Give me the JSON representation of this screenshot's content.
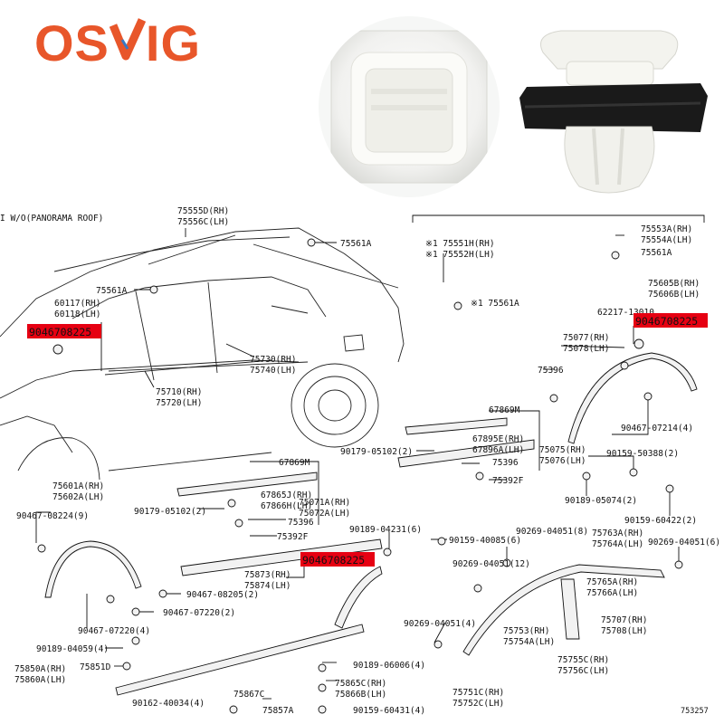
{
  "brand": {
    "name": "OSVIG",
    "prefix": "OS",
    "suffix": "IG",
    "color": "#e8562a"
  },
  "highlight_color": "#e60012",
  "header_note": "I W/O(PANORAMA ROOF)",
  "figure_code": "753257",
  "parts": {
    "p_75555D": "75555D(RH)",
    "p_75556C": "75556C(LH)",
    "p_75561A_top": "75561A",
    "p_75551H": "※1 75551H(RH)",
    "p_75552H": "※1 75552H(LH)",
    "p_75553A": "75553A(RH)",
    "p_75554A": "75554A(LH)",
    "p_75561A_r": "75561A",
    "p_75561A_l": "75561A",
    "p_60117": "60117(RH)",
    "p_60118": "60118(LH)",
    "p_75561A_mid": "※1 75561A",
    "p_75605B": "75605B(RH)",
    "p_75606B": "75606B(LH)",
    "p_62217": "62217-13010",
    "p_75077": "75077(RH)",
    "p_75078": "75078(LH)",
    "p_75396_r": "75396",
    "p_75730": "75730(RH)",
    "p_75740": "75740(LH)",
    "p_75710": "75710(RH)",
    "p_75720": "75720(LH)",
    "p_67869M_top": "67869M",
    "p_90467_07214": "90467-07214(4)",
    "p_90179_top": "90179-05102(2)",
    "p_67895E": "67895E(RH)",
    "p_67896A": "67896A(LH)",
    "p_75396_m": "75396",
    "p_75075": "75075(RH)",
    "p_75076": "75076(LH)",
    "p_90159_50388": "90159-50388(2)",
    "p_75392F_top": "75392F",
    "p_67869M_mid": "67869M",
    "p_90189_05074": "90189-05074(2)",
    "p_67865F": "67865J(RH)",
    "p_67866H": "67866H(LH)",
    "p_75601A": "75601A(RH)",
    "p_75602A": "75602A(LH)",
    "p_90179_mid": "90179-05102(2)",
    "p_75071A": "75071A(RH)",
    "p_75072A": "75072A(LH)",
    "p_90159_60422": "90159-60422(2)",
    "p_90467_08224": "90467-08224(9)",
    "p_75396_l": "75396",
    "p_75392F_mid": "75392F",
    "p_90189_04231": "90189-04231(6)",
    "p_90159_40085": "90159-40085(6)",
    "p_90269_04051_8": "90269-04051(8)",
    "p_75763A": "75763A(RH)",
    "p_75764A": "75764A(LH)",
    "p_90269_04051_6": "90269-04051(6)",
    "p_90269_04051_12": "90269-04051(12)",
    "p_75873": "75873(RH)",
    "p_75874": "75874(LH)",
    "p_75765A": "75765A(RH)",
    "p_75766A": "75766A(LH)",
    "p_90467_08205": "90467-08205(2)",
    "p_90467_07220_2": "90467-07220(2)",
    "p_75707": "75707(RH)",
    "p_75708": "75708(LH)",
    "p_90269_04051_4": "90269-04051(4)",
    "p_90467_07220_4": "90467-07220(4)",
    "p_75753": "75753(RH)",
    "p_75754A": "75754A(LH)",
    "p_90189_04059": "90189-04059(4)",
    "p_75755C": "75755C(RH)",
    "p_75756C": "75756C(LH)",
    "p_90189_06006": "90189-06006(4)",
    "p_75850A": "75850A(RH)",
    "p_75860A": "75860A(LH)",
    "p_75851D": "75851D",
    "p_75865C": "75865C(RH)",
    "p_75866B": "75866B(LH)",
    "p_75751C": "75751C(RH)",
    "p_75752C": "75752C(LH)",
    "p_90162": "90162-40034(4)",
    "p_75867C": "75867C",
    "p_75857A": "75857A",
    "p_90159_60431": "90159-60431(4)"
  },
  "highlighted_part": "9046708225"
}
